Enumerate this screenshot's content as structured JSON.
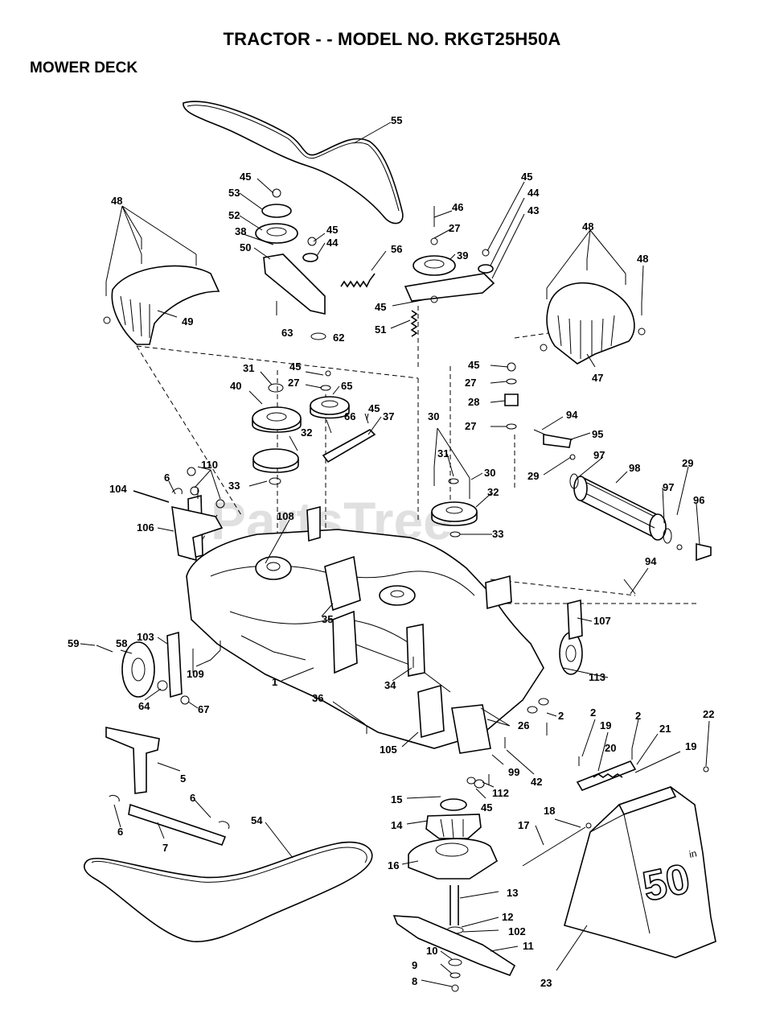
{
  "title": "TRACTOR - - MODEL NO. RKGT25H50A",
  "section": "MOWER DECK",
  "watermark": "PartsTree",
  "guard_markings": {
    "size": "50",
    "unit": "in"
  },
  "labels": [
    {
      "id": "55",
      "text": "55"
    },
    {
      "id": "45a",
      "text": "45"
    },
    {
      "id": "53",
      "text": "53"
    },
    {
      "id": "52",
      "text": "52"
    },
    {
      "id": "38",
      "text": "38"
    },
    {
      "id": "50",
      "text": "50"
    },
    {
      "id": "45b",
      "text": "45"
    },
    {
      "id": "44a",
      "text": "44"
    },
    {
      "id": "56",
      "text": "56"
    },
    {
      "id": "63",
      "text": "63"
    },
    {
      "id": "62",
      "text": "62"
    },
    {
      "id": "48a",
      "text": "48"
    },
    {
      "id": "49",
      "text": "49"
    },
    {
      "id": "46",
      "text": "46"
    },
    {
      "id": "27a",
      "text": "27"
    },
    {
      "id": "39",
      "text": "39"
    },
    {
      "id": "45c",
      "text": "45"
    },
    {
      "id": "44b",
      "text": "44"
    },
    {
      "id": "43",
      "text": "43"
    },
    {
      "id": "45d",
      "text": "45"
    },
    {
      "id": "51",
      "text": "51"
    },
    {
      "id": "48b",
      "text": "48"
    },
    {
      "id": "48c",
      "text": "48"
    },
    {
      "id": "47",
      "text": "47"
    },
    {
      "id": "31a",
      "text": "31"
    },
    {
      "id": "45e",
      "text": "45"
    },
    {
      "id": "27b",
      "text": "27"
    },
    {
      "id": "65",
      "text": "65"
    },
    {
      "id": "40",
      "text": "40"
    },
    {
      "id": "45f",
      "text": "45"
    },
    {
      "id": "66",
      "text": "66"
    },
    {
      "id": "37",
      "text": "37"
    },
    {
      "id": "32a",
      "text": "32"
    },
    {
      "id": "45g",
      "text": "45"
    },
    {
      "id": "27c",
      "text": "27"
    },
    {
      "id": "28",
      "text": "28"
    },
    {
      "id": "27d",
      "text": "27"
    },
    {
      "id": "94a",
      "text": "94"
    },
    {
      "id": "95",
      "text": "95"
    },
    {
      "id": "30a",
      "text": "30"
    },
    {
      "id": "31b",
      "text": "31"
    },
    {
      "id": "30b",
      "text": "30"
    },
    {
      "id": "29a",
      "text": "29"
    },
    {
      "id": "97a",
      "text": "97"
    },
    {
      "id": "98",
      "text": "98"
    },
    {
      "id": "29b",
      "text": "29"
    },
    {
      "id": "97b",
      "text": "97"
    },
    {
      "id": "96",
      "text": "96"
    },
    {
      "id": "110",
      "text": "110"
    },
    {
      "id": "6a",
      "text": "6"
    },
    {
      "id": "104",
      "text": "104"
    },
    {
      "id": "33a",
      "text": "33"
    },
    {
      "id": "32b",
      "text": "32"
    },
    {
      "id": "33b",
      "text": "33"
    },
    {
      "id": "108",
      "text": "108"
    },
    {
      "id": "106",
      "text": "106"
    },
    {
      "id": "94b",
      "text": "94"
    },
    {
      "id": "35",
      "text": "35"
    },
    {
      "id": "107",
      "text": "107"
    },
    {
      "id": "103",
      "text": "103"
    },
    {
      "id": "59",
      "text": "59"
    },
    {
      "id": "58",
      "text": "58"
    },
    {
      "id": "109",
      "text": "109"
    },
    {
      "id": "1",
      "text": "1"
    },
    {
      "id": "113",
      "text": "113"
    },
    {
      "id": "34",
      "text": "34"
    },
    {
      "id": "64",
      "text": "64"
    },
    {
      "id": "67",
      "text": "67"
    },
    {
      "id": "36",
      "text": "36"
    },
    {
      "id": "2a",
      "text": "2"
    },
    {
      "id": "26",
      "text": "26"
    },
    {
      "id": "2b",
      "text": "2"
    },
    {
      "id": "19a",
      "text": "19"
    },
    {
      "id": "2c",
      "text": "2"
    },
    {
      "id": "21",
      "text": "21"
    },
    {
      "id": "22",
      "text": "22"
    },
    {
      "id": "20",
      "text": "20"
    },
    {
      "id": "19b",
      "text": "19"
    },
    {
      "id": "105",
      "text": "105"
    },
    {
      "id": "99",
      "text": "99"
    },
    {
      "id": "42",
      "text": "42"
    },
    {
      "id": "5",
      "text": "5"
    },
    {
      "id": "112",
      "text": "112"
    },
    {
      "id": "15",
      "text": "15"
    },
    {
      "id": "45h",
      "text": "45"
    },
    {
      "id": "6b",
      "text": "6"
    },
    {
      "id": "6c",
      "text": "6"
    },
    {
      "id": "54",
      "text": "54"
    },
    {
      "id": "18",
      "text": "18"
    },
    {
      "id": "7",
      "text": "7"
    },
    {
      "id": "14",
      "text": "14"
    },
    {
      "id": "17",
      "text": "17"
    },
    {
      "id": "16",
      "text": "16"
    },
    {
      "id": "13",
      "text": "13"
    },
    {
      "id": "12",
      "text": "12"
    },
    {
      "id": "102",
      "text": "102"
    },
    {
      "id": "11",
      "text": "11"
    },
    {
      "id": "10",
      "text": "10"
    },
    {
      "id": "9",
      "text": "9"
    },
    {
      "id": "8",
      "text": "8"
    },
    {
      "id": "23",
      "text": "23"
    }
  ]
}
